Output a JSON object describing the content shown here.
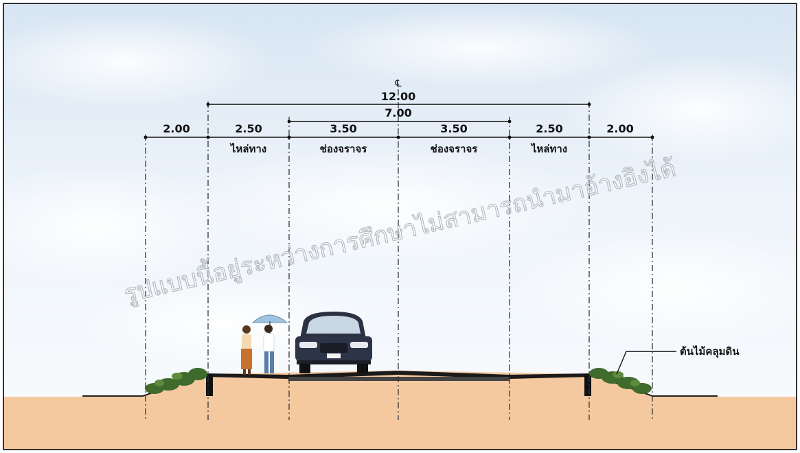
{
  "centerline_symbol": "℄",
  "dimensions": {
    "total": "12.00",
    "carriageway": "7.00",
    "segments": [
      {
        "width": "2.00",
        "label": ""
      },
      {
        "width": "2.50",
        "label": "ไหล่ทาง"
      },
      {
        "width": "3.50",
        "label": "ช่องจราจร"
      },
      {
        "width": "3.50",
        "label": "ช่องจราจร"
      },
      {
        "width": "2.50",
        "label": "ไหล่ทาง"
      },
      {
        "width": "2.00",
        "label": ""
      }
    ]
  },
  "callout": "ต้นไม้คลุมดิน",
  "watermark": "รูปแบบนี้อยู่ระหว่างการศึกษาไม่สามารถนำมาอ้างอิงได้",
  "colors": {
    "sky_top": "#dbe8f5",
    "sky_bottom": "#f4f8fc",
    "ground": "#f5c9a0",
    "pavement": "#1a1a1a",
    "vegetation": "#3f6b2c",
    "frame": "#333333"
  }
}
